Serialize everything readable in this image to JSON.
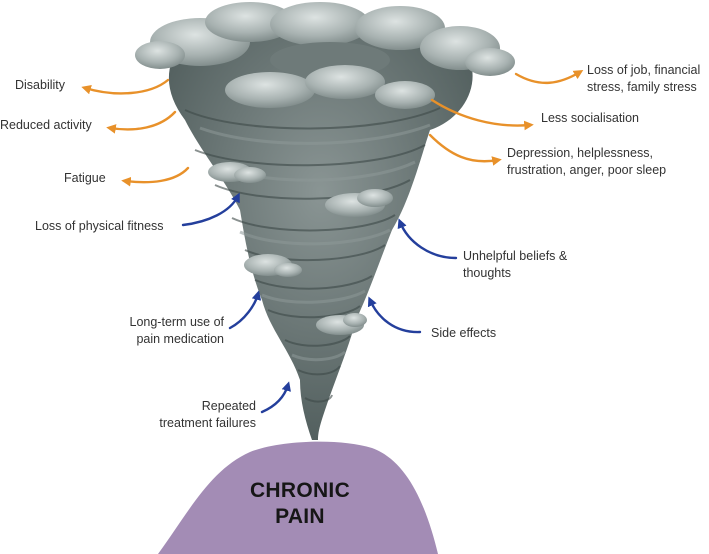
{
  "center": {
    "line1": "CHRONIC",
    "line2": "PAIN",
    "color": "#a38cb5"
  },
  "storm_colors": {
    "dark": "#4e5b5a",
    "mid": "#6e7a79",
    "light": "#a8b2b1",
    "highlight": "#c9d0cf"
  },
  "arrow_colors": {
    "consequence": "#e8912a",
    "contributor": "#243f9c"
  },
  "consequences": [
    {
      "id": "disability",
      "text": "Disability"
    },
    {
      "id": "reduced-activity",
      "text": "Reduced activity"
    },
    {
      "id": "fatigue",
      "text": "Fatigue"
    },
    {
      "id": "loss-of-job",
      "line1": "Loss of job, financial",
      "line2": "stress, family stress"
    },
    {
      "id": "less-socialisation",
      "text": "Less socialisation"
    },
    {
      "id": "depression",
      "line1": "Depression, helplessness,",
      "line2": "frustration, anger, poor sleep"
    }
  ],
  "contributors": [
    {
      "id": "loss-of-fitness",
      "text": "Loss of physical fitness"
    },
    {
      "id": "pain-medication",
      "line1": "Long-term use of",
      "line2": "pain medication"
    },
    {
      "id": "treatment-failures",
      "line1": "Repeated",
      "line2": "treatment failures"
    },
    {
      "id": "unhelpful-beliefs",
      "line1": "Unhelpful beliefs &",
      "line2": "thoughts"
    },
    {
      "id": "side-effects",
      "text": "Side effects"
    }
  ]
}
